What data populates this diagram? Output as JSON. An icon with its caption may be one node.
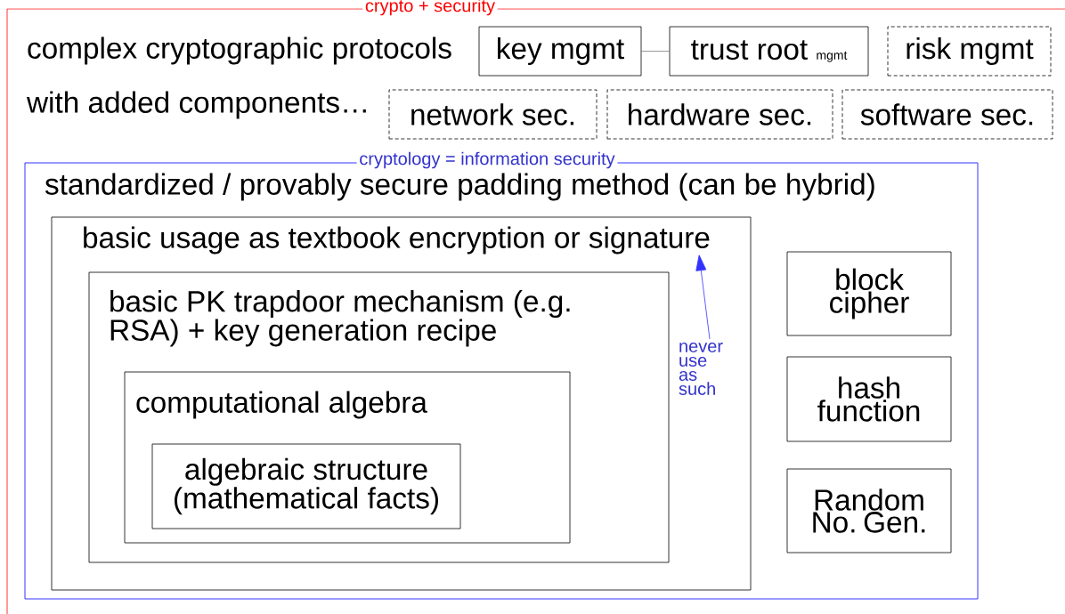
{
  "diagram": {
    "nodes": [
      {
        "text": [
          "crypto + security"
        ]
      },
      {
        "text": [
          "key mgmt"
        ],
        "in": 0
      },
      {
        "text": [
          "trust root",
          "mgmt"
        ],
        "in": 0
      },
      {
        "text": [
          "risk mgmt"
        ],
        "in": 0
      },
      {
        "text": [
          "network sec."
        ],
        "in": 0
      },
      {
        "text": [
          "hardware sec."
        ],
        "in": 0
      },
      {
        "text": [
          "software sec."
        ],
        "in": 0
      },
      {
        "text": [
          "cryptology = information security",
          "standardized / provably secure padding method (can be hybrid)"
        ],
        "in": 0
      },
      {
        "text": [
          "basic usage as textbook encryption or signature"
        ],
        "in": 7
      },
      {
        "text": [
          "basic PK trapdoor mechanism (e.g. RSA) + key generation recipe"
        ],
        "in": 8
      },
      {
        "text": [
          "computational algebra"
        ],
        "in": 9
      },
      {
        "text": [
          "algebraic structure (mathematical facts)"
        ],
        "in": 10
      },
      {
        "text": [
          "never use as such"
        ],
        "in": 8
      },
      {
        "text": [
          "block cipher"
        ],
        "in": 7
      },
      {
        "text": [
          "hash function"
        ],
        "in": 7
      },
      {
        "text": [
          "Random No. Gen."
        ],
        "in": 7
      }
    ],
    "edges": [
      {
        "from": 1,
        "to": 2,
        "arrow": "none",
        "color": "#808080"
      },
      {
        "from": 12,
        "to": 8,
        "arrow": "to",
        "color": "#3333ff"
      }
    ],
    "labels": [
      "complex cryptographic protocols",
      "with added components…"
    ]
  }
}
